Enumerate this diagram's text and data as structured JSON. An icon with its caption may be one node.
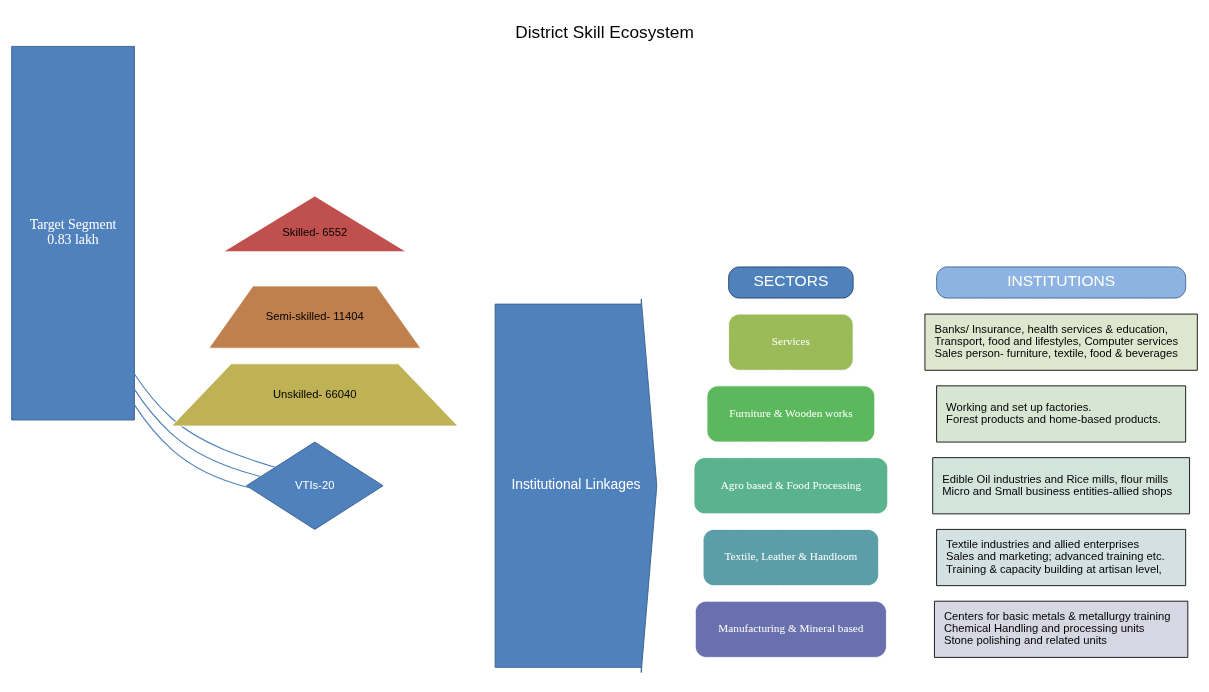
{
  "diagram": {
    "title": "District Skill Ecosystem",
    "nodes": [
      {
        "text": [
          "Target Segment",
          "0.83 lakh"
        ]
      },
      {
        "text": [
          "Skilled- 6552"
        ]
      },
      {
        "text": [
          "Semi-skilled- 11404"
        ]
      },
      {
        "text": [
          "Unskilled- 66040"
        ]
      },
      {
        "text": [
          "VTIs-20"
        ]
      },
      {
        "text": [
          "Institutional Linkages"
        ]
      },
      {
        "text": [
          "SECTORS"
        ]
      },
      {
        "text": [
          "INSTITUTIONS"
        ]
      },
      {
        "text": [
          "Services"
        ]
      },
      {
        "text": [
          "Banks/ Insurance, health services & education,",
          "Transport, food and lifestyles, Computer services",
          "Sales person- furniture, textile, food & beverages"
        ]
      },
      {
        "text": [
          "Furniture & Wooden works"
        ]
      },
      {
        "text": [
          "Working and set up factories.",
          "Forest products and home-based products."
        ]
      },
      {
        "text": [
          "Agro based & Food Processing"
        ]
      },
      {
        "text": [
          "Edible Oil industries and Rice mills, flour mills",
          "Micro and Small business entities-allied shops"
        ]
      },
      {
        "text": [
          "Textile, Leather & Handloom"
        ]
      },
      {
        "text": [
          "Textile industries and allied enterprises",
          "Sales and marketing; advanced training etc.",
          "Training & capacity building at artisan level,"
        ]
      },
      {
        "text": [
          "Manufacturing & Mineral based"
        ]
      },
      {
        "text": [
          "Centers for basic metals & metallurgy training",
          "Chemical Handling and processing units",
          "Stone polishing and related units"
        ]
      }
    ],
    "edges": [
      {
        "from": 0,
        "to": 4,
        "arrow": "none"
      },
      {
        "from": 0,
        "to": 4,
        "arrow": "none"
      },
      {
        "from": 0,
        "to": 4,
        "arrow": "none"
      }
    ]
  }
}
